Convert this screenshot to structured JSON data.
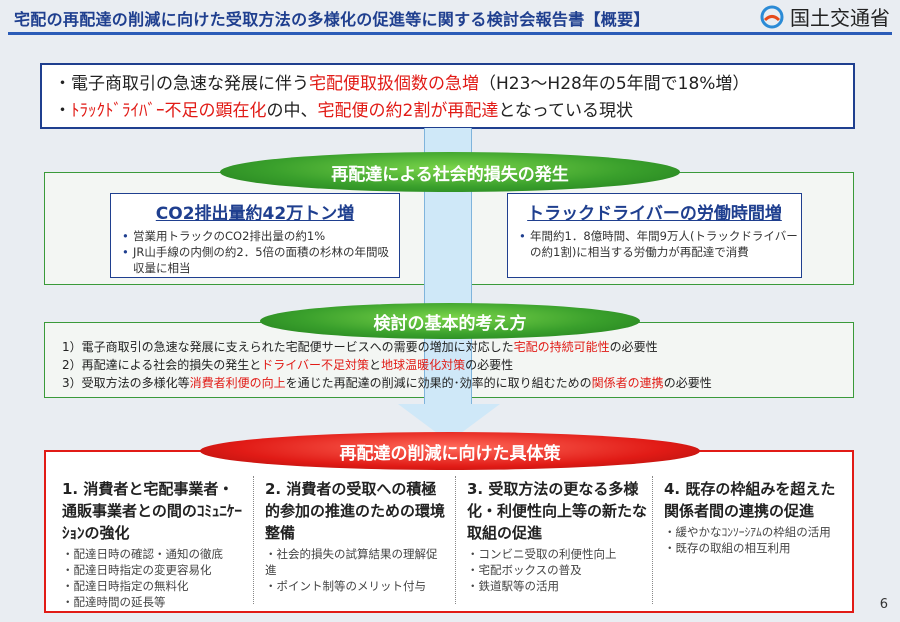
{
  "header": {
    "title": "宅配の再配達の削減に向けた受取方法の多様化の促進等に関する検討会報告書【概要】",
    "ministry": "国土交通省"
  },
  "summary": {
    "line1_a": "・電子商取引の急速な発展に伴う",
    "line1_b": "宅配便取扱個数の急増",
    "line1_c": "（H23～H28年の5年間で18%増）",
    "line2_a": "・",
    "line2_b": "ﾄﾗｯｸﾄﾞﾗｲﾊﾞｰ不足の顕在化",
    "line2_c": "の中、",
    "line2_d": "宅配便の約2割が再配達",
    "line2_e": "となっている現状"
  },
  "section1": {
    "label": "再配達による社会的損失の発生",
    "left": {
      "heading": "CO2排出量約42万トン増",
      "items": [
        "営業用トラックのCO2排出量の約1%",
        "JR山手線の内側の約2．5倍の面積の杉林の年間吸収量に相当"
      ]
    },
    "right": {
      "heading": "トラックドライバーの労働時間増",
      "items": [
        "年間約1．8億時間、年間9万人(トラックドライバーの約1割)に相当する労働力が再配達で消費"
      ]
    }
  },
  "section2": {
    "label": "検討の基本的考え方",
    "line1_a": "1）電子商取引の急速な発展に支えられた宅配便サービスへの需要の増加に対応した",
    "line1_b": "宅配の持続可能性",
    "line1_c": "の必要性",
    "line2_a": "2）再配達による社会的損失の発生と",
    "line2_b": "ドライバー不足対策",
    "line2_c": "と",
    "line2_d": "地球温暖化対策",
    "line2_e": "の必要性",
    "line3_a": "3）受取方法の多様化等",
    "line3_b": "消費者利便の向上",
    "line3_c": "を通じた再配達の削減に効果的･効率的に取り組むための",
    "line3_d": "関係者の連携",
    "line3_e": "の必要性"
  },
  "section3": {
    "label": "再配達の削減に向けた具体策",
    "measures": [
      {
        "title": "1. 消費者と宅配事業者・通販事業者との間のｺﾐｭﾆｹｰｼｮﾝの強化",
        "items": [
          "・配達日時の確認・通知の徹底",
          "・配達日時指定の変更容易化",
          "・配達日時指定の無料化",
          "・配達時間の延長等"
        ]
      },
      {
        "title": "2. 消費者の受取への積極的参加の推進のための環境整備",
        "items": [
          "・社会的損失の試算結果の理解促進",
          "・ポイント制等のメリット付与"
        ]
      },
      {
        "title": "3. 受取方法の更なる多様化・利便性向上等の新たな取組の促進",
        "items": [
          "・コンビニ受取の利便性向上",
          "・宅配ボックスの普及",
          "・鉄道駅等の活用"
        ]
      },
      {
        "title": "4. 既存の枠組みを超えた関係者間の連携の促進",
        "items": [
          "・緩やかなｺﾝｿｰｼｱﾑの枠組の活用",
          "・既存の取組の相互利用"
        ]
      }
    ]
  },
  "page_number": "6"
}
